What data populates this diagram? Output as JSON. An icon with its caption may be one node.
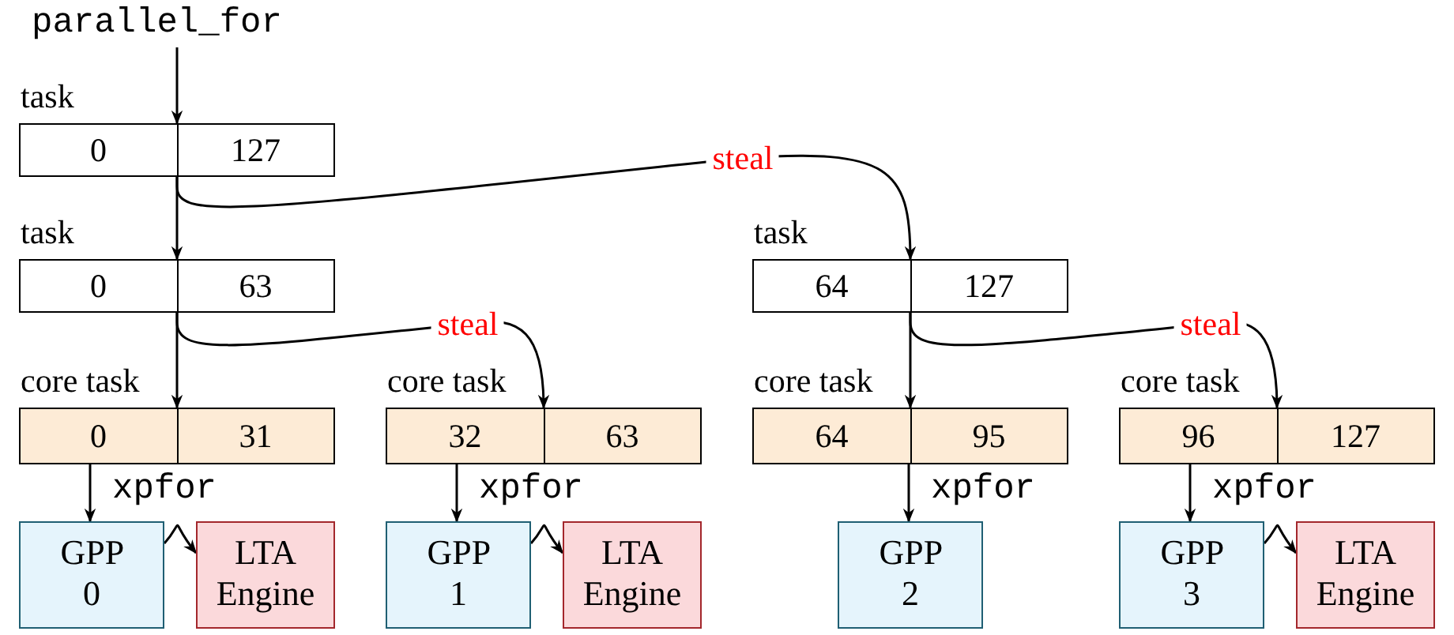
{
  "diagram": {
    "nodes": [
      {
        "text": [
          "parallel_for"
        ]
      },
      {
        "text": [
          "task",
          "0",
          "127"
        ]
      },
      {
        "text": [
          "task",
          "0",
          "63"
        ]
      },
      {
        "text": [
          "task",
          "64",
          "127"
        ]
      },
      {
        "text": [
          "core task",
          "0",
          "31"
        ]
      },
      {
        "text": [
          "core task",
          "32",
          "63"
        ]
      },
      {
        "text": [
          "core task",
          "64",
          "95"
        ]
      },
      {
        "text": [
          "core task",
          "96",
          "127"
        ]
      },
      {
        "text": [
          "GPP 0"
        ]
      },
      {
        "text": [
          "LTA Engine"
        ]
      },
      {
        "text": [
          "GPP 1"
        ]
      },
      {
        "text": [
          "LTA Engine"
        ]
      },
      {
        "text": [
          "GPP 2"
        ]
      },
      {
        "text": [
          "GPP 3"
        ]
      },
      {
        "text": [
          "LTA Engine"
        ]
      }
    ],
    "edges": [
      {
        "from": 0,
        "to": 1,
        "arrow": "to"
      },
      {
        "from": 1,
        "to": 2,
        "arrow": "to"
      },
      {
        "from": 1,
        "to": 3,
        "arrow": "to",
        "label": "steal"
      },
      {
        "from": 2,
        "to": 4,
        "arrow": "to"
      },
      {
        "from": 2,
        "to": 5,
        "arrow": "to",
        "label": "steal"
      },
      {
        "from": 3,
        "to": 6,
        "arrow": "to"
      },
      {
        "from": 3,
        "to": 7,
        "arrow": "to",
        "label": "steal"
      },
      {
        "from": 4,
        "to": 8,
        "arrow": "to",
        "label": "xpfor"
      },
      {
        "from": 5,
        "to": 10,
        "arrow": "to",
        "label": "xpfor"
      },
      {
        "from": 6,
        "to": 12,
        "arrow": "to",
        "label": "xpfor"
      },
      {
        "from": 7,
        "to": 13,
        "arrow": "to",
        "label": "xpfor"
      },
      {
        "from": 8,
        "to": 9,
        "arrow": "to"
      },
      {
        "from": 10,
        "to": 11,
        "arrow": "to"
      },
      {
        "from": 13,
        "to": 14,
        "arrow": "to"
      }
    ]
  }
}
